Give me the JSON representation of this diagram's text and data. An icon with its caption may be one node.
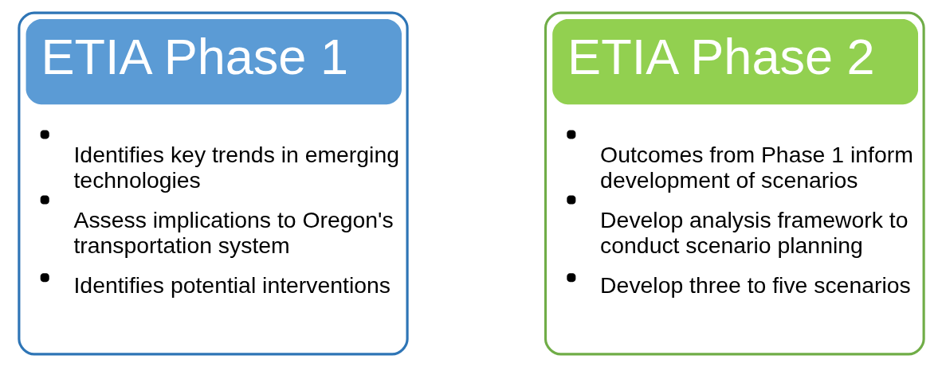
{
  "diagram": {
    "nodes": [
      {
        "text": [
          "ETIA Phase 1",
          "Identifies key trends in emerging technologies",
          "Assess implications to Oregon's transportation system",
          "Identifies potential interventions"
        ]
      },
      {
        "text": [
          "ETIA Phase 2",
          "Outcomes from Phase 1 inform development of scenarios",
          "Develop analysis framework to conduct scenario planning",
          "Develop three to five scenarios"
        ]
      }
    ]
  }
}
